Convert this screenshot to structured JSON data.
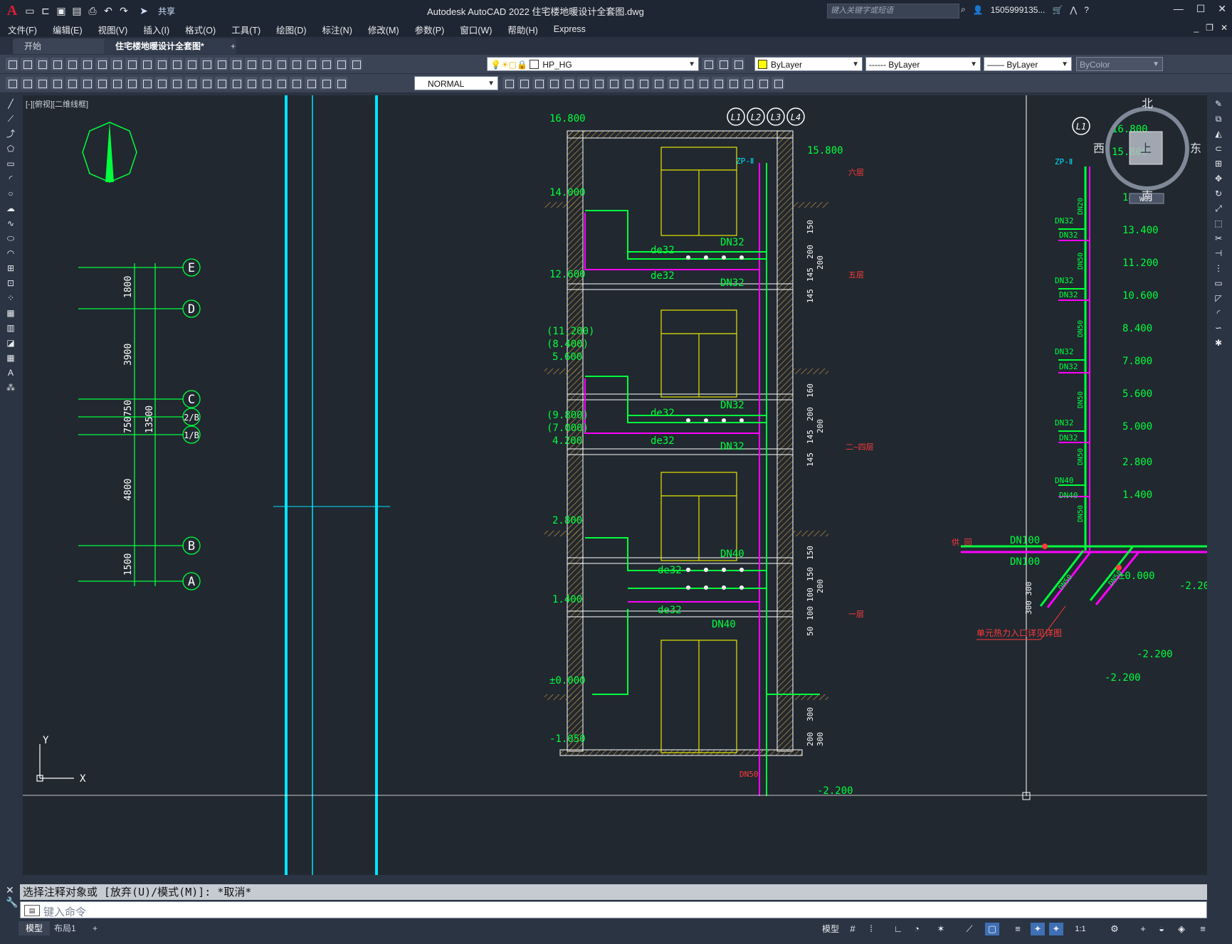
{
  "app": {
    "title": "Autodesk AutoCAD 2022    住宅楼地暖设计全套图.dwg",
    "share": "共享",
    "search_placeholder": "键入关键字或短语",
    "user": "1505999135..."
  },
  "menu": [
    "文件(F)",
    "编辑(E)",
    "视图(V)",
    "插入(I)",
    "格式(O)",
    "工具(T)",
    "绘图(D)",
    "标注(N)",
    "修改(M)",
    "参数(P)",
    "窗口(W)",
    "帮助(H)",
    "Express"
  ],
  "tabs": {
    "start": "开始",
    "active": "住宅楼地暖设计全套图*",
    "add": "+"
  },
  "toolbar": {
    "layer": "HP_HG",
    "color": "ByLayer",
    "linetype": "------ ByLayer",
    "lineweight": "—— ByLayer",
    "plotstyle": "ByColor",
    "dimstyle": "NORMAL"
  },
  "viewport": {
    "label": "[-][俯视][二维线框]"
  },
  "viewcube": {
    "north": "北",
    "south": "南",
    "east": "东",
    "west": "西",
    "top": "上",
    "wcs": "WCS"
  },
  "colors": {
    "green": "#00ff3c",
    "cyan": "#00e5ff",
    "magenta": "#ff00ff",
    "yellow": "#e6e600",
    "red": "#ff3b3b",
    "brown": "#b88a3a",
    "white": "#ffffff",
    "bg": "#212830"
  },
  "grid": {
    "axes": [
      "E",
      "D",
      "C",
      "2/B",
      "1/B",
      "B",
      "A"
    ],
    "dims": [
      "1800",
      "3900",
      "750750",
      "13500",
      "4800",
      "1500"
    ]
  },
  "section": {
    "elevations": [
      "16.800",
      "15.800",
      "14.000",
      "12.600",
      "(11.200)",
      "(8.400)",
      "5.600",
      "(9.800)",
      "(7.000)",
      "4.200",
      "2.800",
      "1.400",
      "±0.000",
      "-1.050",
      "-2.200"
    ],
    "tags": [
      "L1",
      "L2",
      "L3",
      "L4"
    ],
    "pipe_labels": {
      "de32": "de32",
      "dn32": "DN32",
      "dn40": "DN40",
      "dn50": "DN50",
      "zp": "ZP-Ⅱ"
    },
    "floors": {
      "f6": "六层",
      "f5": "五层",
      "f24": "二~四层",
      "f1": "一层"
    },
    "dims_right": [
      "150",
      "200",
      "145",
      "200",
      "145",
      "160",
      "200",
      "145",
      "200",
      "145",
      "150",
      "150",
      "200",
      "100",
      "100",
      "50",
      "300",
      "300",
      "200"
    ]
  },
  "riser": {
    "tag": "L1",
    "zp": "ZP-Ⅱ",
    "elevations": [
      "16.800",
      "15.800",
      "14.000",
      "13.400",
      "11.200",
      "10.600",
      "8.400",
      "7.800",
      "5.600",
      "5.000",
      "2.800",
      "1.400",
      "±0.000",
      "-2.20",
      "-2.200",
      "-2.200"
    ],
    "branch_labels": [
      "DN32",
      "DN32",
      "DN32",
      "DN32",
      "DN32",
      "DN32",
      "DN32",
      "DN32",
      "DN40",
      "DN40"
    ],
    "riser_labels": [
      "DN20",
      "DN50",
      "DN50",
      "DN50",
      "DN50",
      "DN50"
    ],
    "main": [
      "DN100",
      "DN100",
      "DN50",
      "DN50"
    ],
    "supply": "供\n回",
    "note": "单元热力入口详见详图",
    "dim": "300 300"
  },
  "ucs": {
    "x": "X",
    "y": "Y"
  },
  "command": {
    "history": "选择注释对象或 [放弃(U)/模式(M)]: *取消*",
    "placeholder": "键入命令"
  },
  "status": {
    "model": "模型",
    "layout1": "布局1",
    "add": "+",
    "model_space": "模型",
    "scale": "1:1"
  }
}
